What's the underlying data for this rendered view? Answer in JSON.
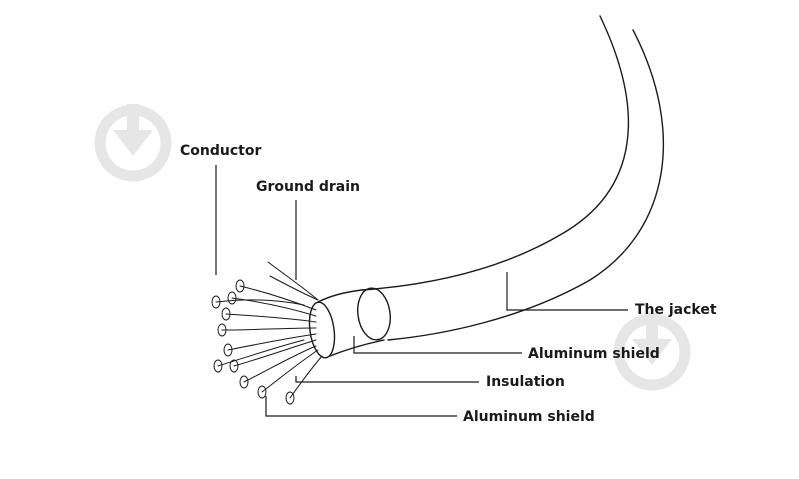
{
  "diagram": {
    "labels": {
      "conductor": "Conductor",
      "ground_drain": "Ground drain",
      "jacket": "The jacket",
      "aluminum_shield_outer": "Aluminum shield",
      "insulation": "Insulation",
      "aluminum_shield_inner": "Aluminum shield"
    }
  }
}
